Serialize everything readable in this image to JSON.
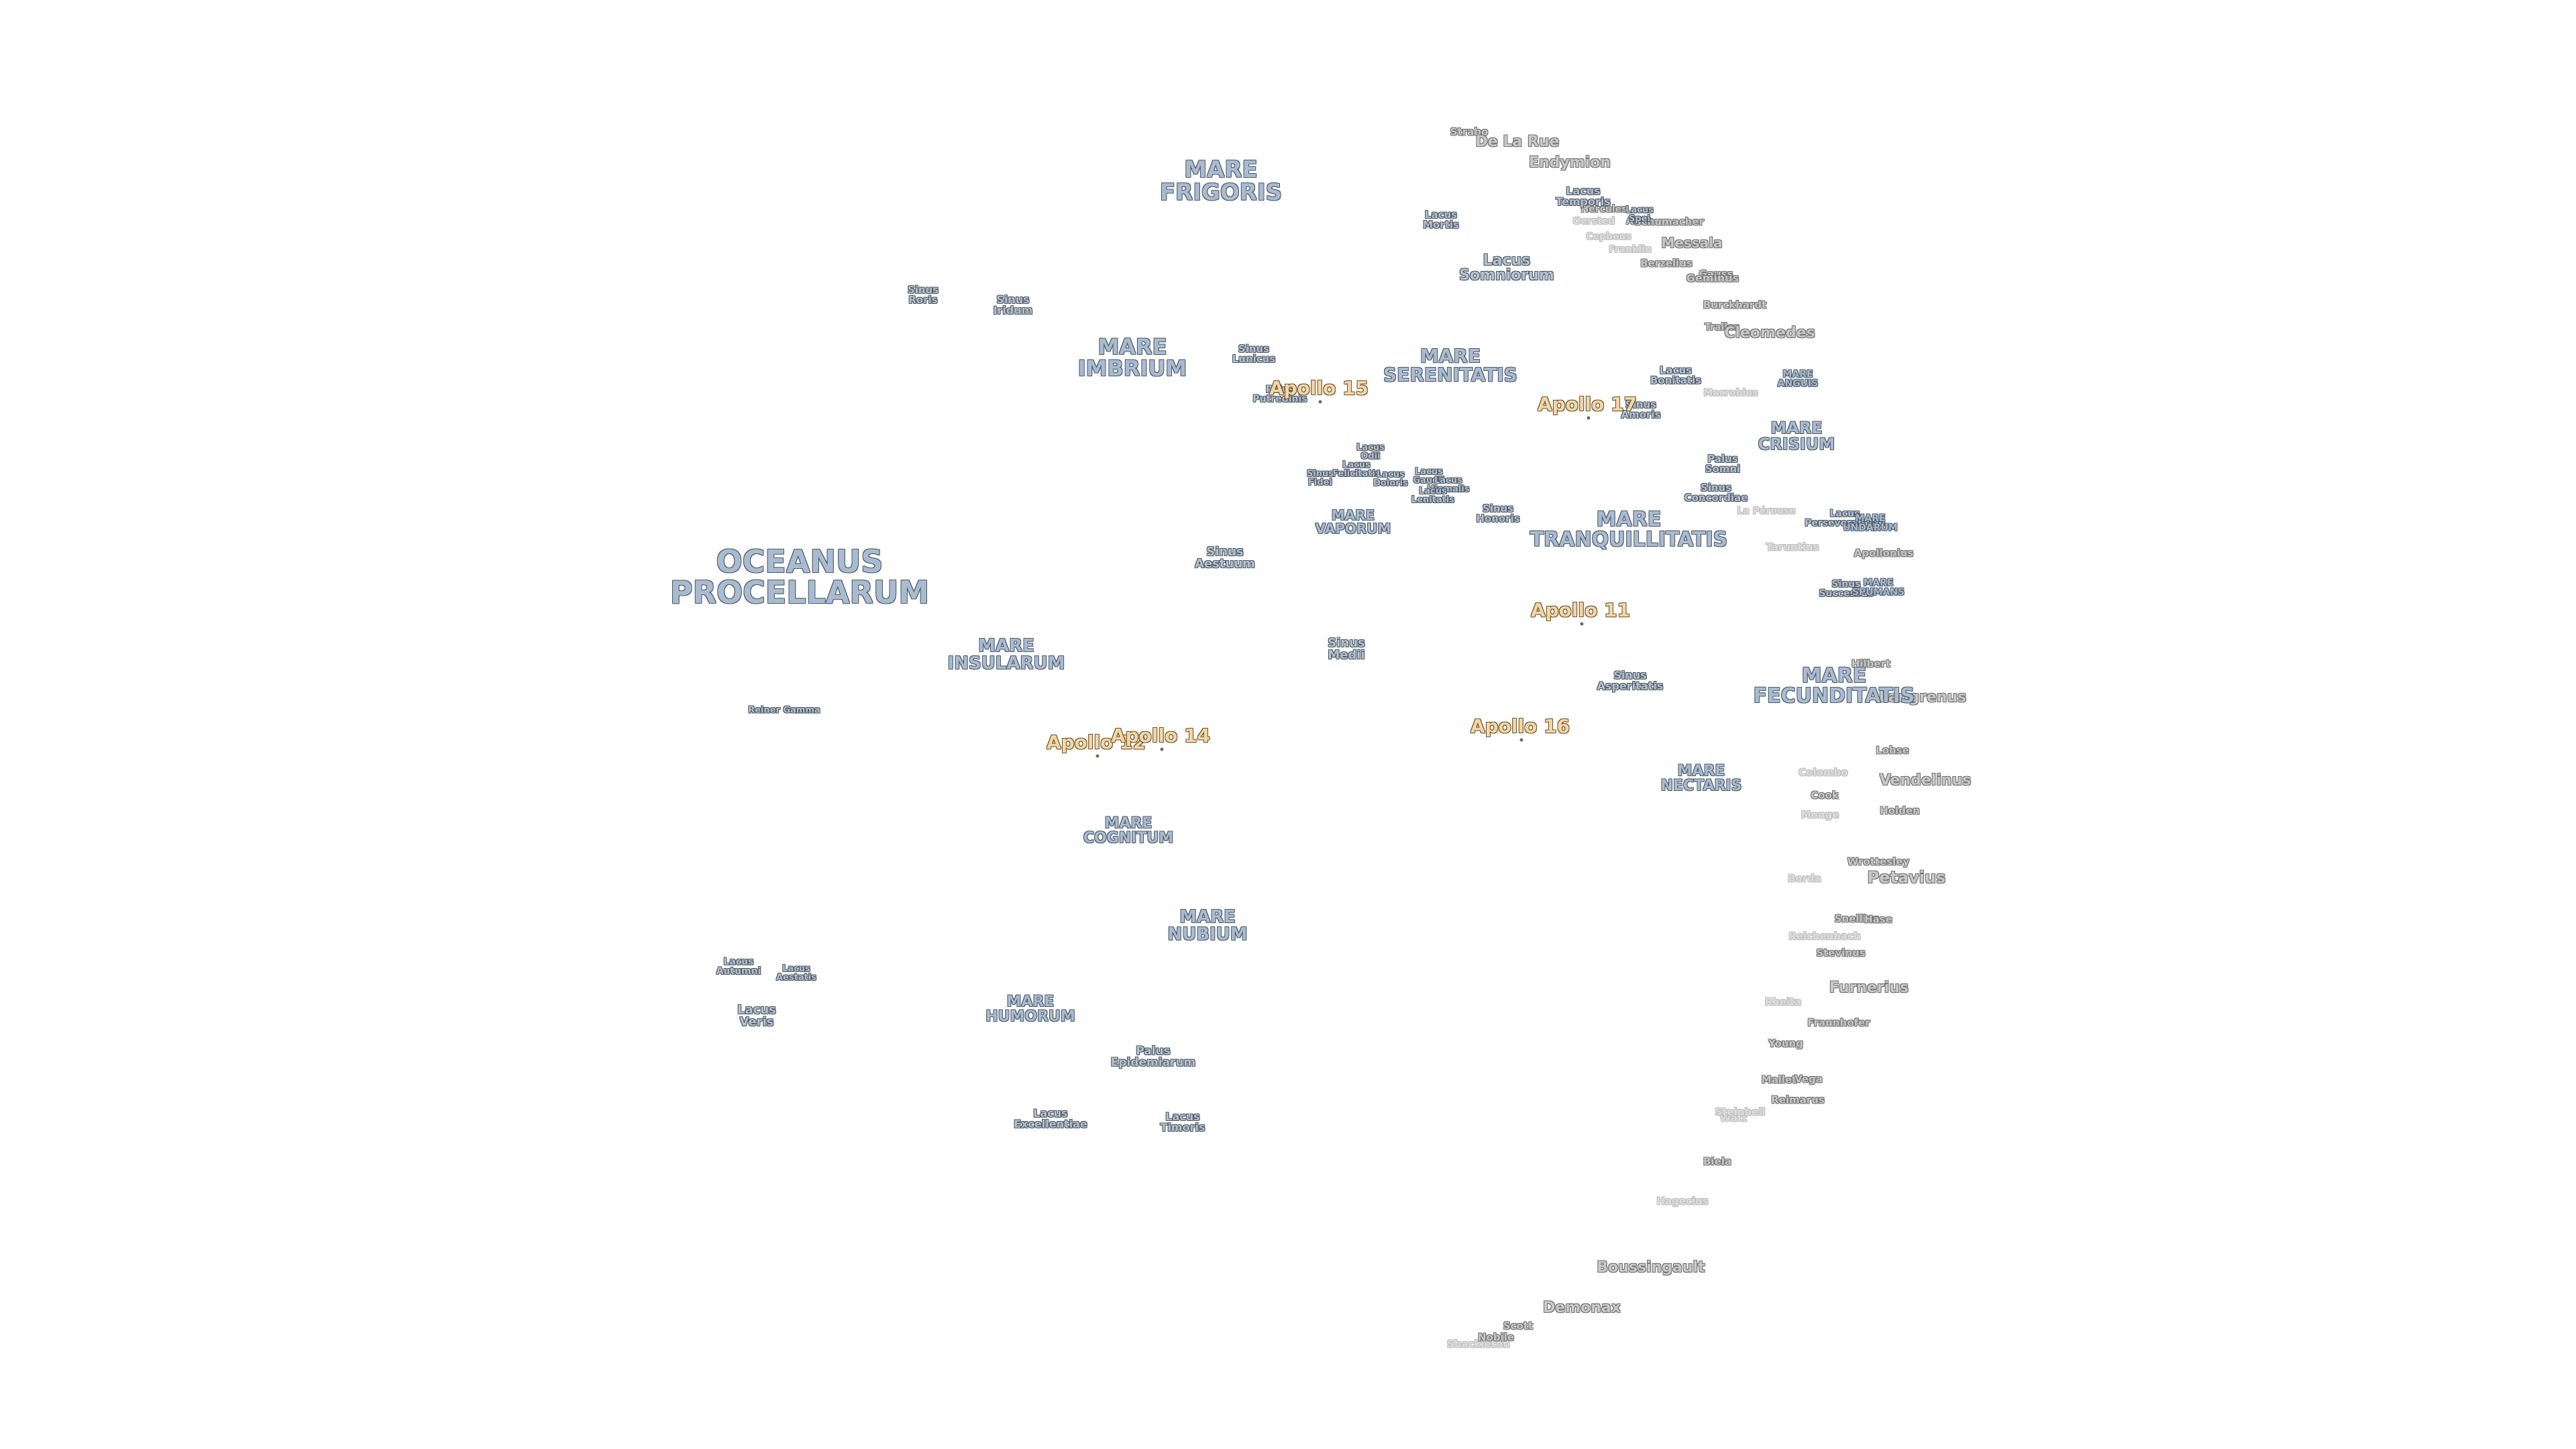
{
  "maria": [
    {
      "name": "mare-frigoris",
      "lines": [
        "MARE",
        "FRIGORIS"
      ]
    },
    {
      "name": "mare-imbrium",
      "lines": [
        "MARE",
        "IMBRIUM"
      ]
    },
    {
      "name": "mare-serenitatis",
      "lines": [
        "MARE",
        "SERENITATIS"
      ]
    },
    {
      "name": "mare-crisium",
      "lines": [
        "MARE",
        "CRISIUM"
      ]
    },
    {
      "name": "mare-tranquillitatis",
      "lines": [
        "MARE",
        "TRANQUILLITATIS"
      ]
    },
    {
      "name": "oceanus-procellarum",
      "lines": [
        "OCEANUS",
        "PROCELLARUM"
      ]
    },
    {
      "name": "mare-insularum",
      "lines": [
        "MARE",
        "INSULARUM"
      ]
    },
    {
      "name": "mare-vaporum",
      "lines": [
        "MARE",
        "VAPORUM"
      ]
    },
    {
      "name": "mare-fecunditatis",
      "lines": [
        "MARE",
        "FECUNDITATIS"
      ]
    },
    {
      "name": "mare-nectaris",
      "lines": [
        "MARE",
        "NECTARIS"
      ]
    },
    {
      "name": "mare-cognitum",
      "lines": [
        "MARE",
        "COGNITUM"
      ]
    },
    {
      "name": "mare-nubium",
      "lines": [
        "MARE",
        "NUBIUM"
      ]
    },
    {
      "name": "mare-humorum",
      "lines": [
        "MARE",
        "HUMORUM"
      ]
    },
    {
      "name": "mare-anguis",
      "lines": [
        "MARE",
        "ANGUIS"
      ]
    },
    {
      "name": "mare-undarum",
      "lines": [
        "MARE",
        "UNDARUM"
      ]
    },
    {
      "name": "mare-spumans",
      "lines": [
        "MARE",
        "SPUMANS"
      ]
    }
  ],
  "minor_features": [
    {
      "name": "sinus-roris",
      "lines": [
        "Sinus",
        "Roris"
      ]
    },
    {
      "name": "sinus-iridum",
      "lines": [
        "Sinus",
        "Iridum"
      ]
    },
    {
      "name": "sinus-lunicus",
      "lines": [
        "Sinus",
        "Lunicus"
      ]
    },
    {
      "name": "palus-putredinis",
      "lines": [
        "Palus",
        "Putredinis"
      ]
    },
    {
      "name": "lacus-mortis",
      "lines": [
        "Lacus",
        "Mortis"
      ]
    },
    {
      "name": "lacus-somniorum",
      "lines": [
        "Lacus",
        "Somniorum"
      ]
    },
    {
      "name": "lacus-temporis",
      "lines": [
        "Lacus",
        "Temporis"
      ]
    },
    {
      "name": "lacus-spei",
      "lines": [
        "Lacus",
        "Spei"
      ]
    },
    {
      "name": "lacus-bonitatis",
      "lines": [
        "Lacus",
        "Bonitatis"
      ]
    },
    {
      "name": "sinus-amoris",
      "lines": [
        "Sinus",
        "Amoris"
      ]
    },
    {
      "name": "palus-somni",
      "lines": [
        "Palus",
        "Somni"
      ]
    },
    {
      "name": "sinus-concordiae",
      "lines": [
        "Sinus",
        "Concordiae"
      ]
    },
    {
      "name": "lacus-perseverantiae",
      "lines": [
        "Lacus",
        "Perseverantiae"
      ]
    },
    {
      "name": "sinus-successus",
      "lines": [
        "Sinus",
        "Successus"
      ]
    },
    {
      "name": "lacus-odii",
      "lines": [
        "Lacus",
        "Odii"
      ]
    },
    {
      "name": "lacus-felicitatis",
      "lines": [
        "Lacus",
        "Felicitatis"
      ]
    },
    {
      "name": "lacus-doloris",
      "lines": [
        "Lacus",
        "Doloris"
      ]
    },
    {
      "name": "sinus-fidei",
      "lines": [
        "Sinus",
        "Fidei"
      ]
    },
    {
      "name": "lacus-gaudii",
      "lines": [
        "Lacus",
        "Gaudii"
      ]
    },
    {
      "name": "lacus-hiemalis",
      "lines": [
        "Lacus",
        "Hiemalis"
      ]
    },
    {
      "name": "lacus-lenitatis",
      "lines": [
        "Lacus",
        "Lenitatis"
      ]
    },
    {
      "name": "sinus-honoris",
      "lines": [
        "Sinus",
        "Honoris"
      ]
    },
    {
      "name": "sinus-aestuum",
      "lines": [
        "Sinus",
        "Aestuum"
      ]
    },
    {
      "name": "sinus-medii",
      "lines": [
        "Sinus",
        "Medii"
      ]
    },
    {
      "name": "sinus-asperitatis",
      "lines": [
        "Sinus",
        "Asperitatis"
      ]
    },
    {
      "name": "reiner-gamma",
      "lines": [
        "Reiner Gamma"
      ]
    },
    {
      "name": "lacus-autumni",
      "lines": [
        "Lacus",
        "Autumni"
      ]
    },
    {
      "name": "lacus-aestatis",
      "lines": [
        "Lacus",
        "Aestatis"
      ]
    },
    {
      "name": "lacus-veris",
      "lines": [
        "Lacus",
        "Veris"
      ]
    },
    {
      "name": "palus-epidemiarum",
      "lines": [
        "Palus",
        "Epidemiarum"
      ]
    },
    {
      "name": "lacus-excellentiae",
      "lines": [
        "Lacus",
        "Excellentiae"
      ]
    },
    {
      "name": "lacus-timoris",
      "lines": [
        "Lacus",
        "Timoris"
      ]
    }
  ],
  "apollo_sites": [
    {
      "name": "apollo-15",
      "label": "Apollo 15"
    },
    {
      "name": "apollo-17",
      "label": "Apollo 17"
    },
    {
      "name": "apollo-11",
      "label": "Apollo 11"
    },
    {
      "name": "apollo-16",
      "label": "Apollo 16"
    },
    {
      "name": "apollo-12",
      "label": "Apollo 12"
    },
    {
      "name": "apollo-14",
      "label": "Apollo 14"
    }
  ],
  "craters": [
    {
      "name": "strabo",
      "label": "Strabo"
    },
    {
      "name": "de-la-rue",
      "label": "De La Rue"
    },
    {
      "name": "endymion",
      "label": "Endymion"
    },
    {
      "name": "hercules",
      "label": "Hercules"
    },
    {
      "name": "atlas",
      "label": "Atlas"
    },
    {
      "name": "schumacher",
      "label": "Schumacher"
    },
    {
      "name": "messala",
      "label": "Messala"
    },
    {
      "name": "berzelius",
      "label": "Berzelius"
    },
    {
      "name": "gauss",
      "label": "Gauss"
    },
    {
      "name": "geminus",
      "label": "Geminus"
    },
    {
      "name": "burckhardt",
      "label": "Burckhardt"
    },
    {
      "name": "tralles",
      "label": "Tralles"
    },
    {
      "name": "cleomedes",
      "label": "Cleomedes"
    },
    {
      "name": "apollonius",
      "label": "Apollonius"
    },
    {
      "name": "hilbert",
      "label": "Hilbert"
    },
    {
      "name": "langrenus",
      "label": "Langrenus"
    },
    {
      "name": "lohse",
      "label": "Lohse"
    },
    {
      "name": "vendelinus",
      "label": "Vendelinus"
    },
    {
      "name": "cook",
      "label": "Cook"
    },
    {
      "name": "holden",
      "label": "Holden"
    },
    {
      "name": "wrottesley",
      "label": "Wrottesley"
    },
    {
      "name": "petavius",
      "label": "Petavius"
    },
    {
      "name": "snellius",
      "label": "Snellius"
    },
    {
      "name": "hase",
      "label": "Hase"
    },
    {
      "name": "stevinus",
      "label": "Stevinus"
    },
    {
      "name": "furnerius",
      "label": "Furnerius"
    },
    {
      "name": "fraunhofer",
      "label": "Fraunhofer"
    },
    {
      "name": "young",
      "label": "Young"
    },
    {
      "name": "mallet",
      "label": "Mallet"
    },
    {
      "name": "vega",
      "label": "Vega"
    },
    {
      "name": "reimarus",
      "label": "Reimarus"
    },
    {
      "name": "biela",
      "label": "Biela"
    },
    {
      "name": "boussingault",
      "label": "Boussingault"
    },
    {
      "name": "demonax",
      "label": "Demonax"
    },
    {
      "name": "scott",
      "label": "Scott"
    },
    {
      "name": "nobile",
      "label": "Nobile"
    }
  ],
  "faint_craters": [
    {
      "name": "oersted",
      "label": "Oersted"
    },
    {
      "name": "cepheus",
      "label": "Cepheus"
    },
    {
      "name": "franklin",
      "label": "Franklin"
    },
    {
      "name": "macrobius",
      "label": "Macrobius"
    },
    {
      "name": "taruntius",
      "label": "Taruntius"
    },
    {
      "name": "la-pere",
      "label": "La Pérouse"
    },
    {
      "name": "colombo",
      "label": "Colombo"
    },
    {
      "name": "monge",
      "label": "Monge"
    },
    {
      "name": "borda",
      "label": "Borda"
    },
    {
      "name": "reichenbach",
      "label": "Reichenbach"
    },
    {
      "name": "rheita",
      "label": "Rheita"
    },
    {
      "name": "watt",
      "label": "Watt"
    },
    {
      "name": "steinheil",
      "label": "Steinheil"
    },
    {
      "name": "hagecius",
      "label": "Hagecius"
    },
    {
      "name": "shackleton",
      "label": "Shackleton"
    }
  ],
  "colors": {
    "background": "#ffffff",
    "mare_fill": "#a9bbd0",
    "crater_fill": "#c9c9c9",
    "apollo_fill": "#f3d6a4"
  }
}
